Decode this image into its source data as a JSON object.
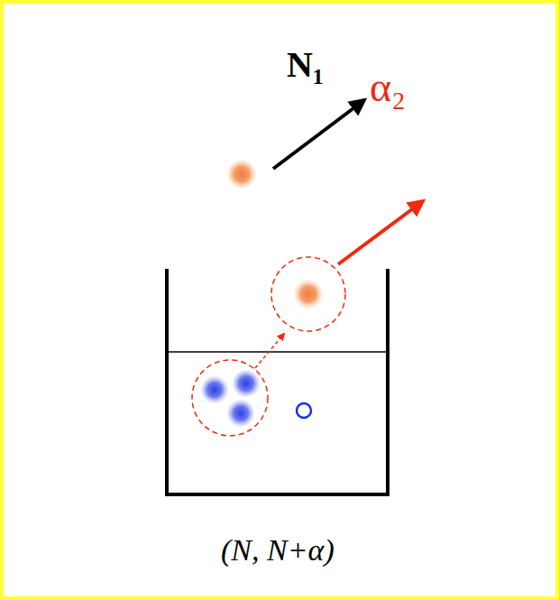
{
  "diagram": {
    "caption": "(N, N+α)",
    "labels": [
      "N₁",
      "α₂"
    ]
  }
}
